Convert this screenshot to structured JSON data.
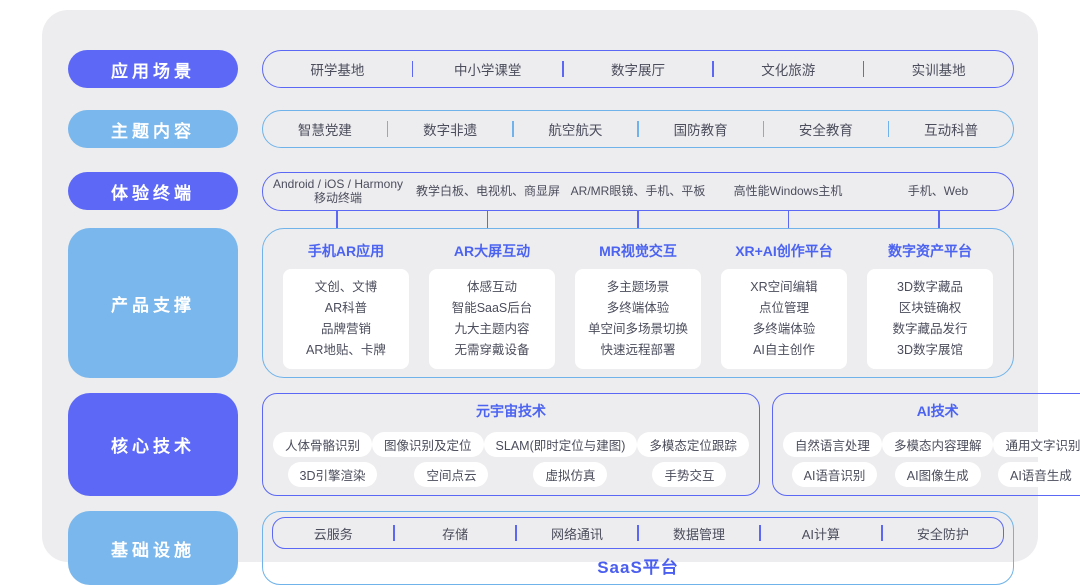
{
  "palette": {
    "indigo": "#5d69f6",
    "light_blue": "#7ab7ec",
    "title_blue": "#4c63f0",
    "text_dark": "#4b4d5c",
    "canvas_bg": "#ededef",
    "card_bg": "#ffffff"
  },
  "rows": {
    "scenarios": {
      "label": "应用场景",
      "items": [
        "研学基地",
        "中小学课堂",
        "数字展厅",
        "文化旅游",
        "实训基地"
      ]
    },
    "themes": {
      "label": "主题内容",
      "items": [
        "智慧党建",
        "数字非遗",
        "航空航天",
        "国防教育",
        "安全教育",
        "互动科普"
      ]
    },
    "terminals": {
      "label": "体验终端",
      "items": [
        "Android / iOS / Harmony\n移动终端",
        "教学白板、电视机、商显屏",
        "AR/MR眼镜、手机、平板",
        "高性能Windows主机",
        "手机、Web"
      ]
    },
    "products": {
      "label": "产品支撑",
      "columns": [
        {
          "title": "手机AR应用",
          "items": [
            "文创、文博",
            "AR科普",
            "品牌营销",
            "AR地贴、卡牌"
          ]
        },
        {
          "title": "AR大屏互动",
          "items": [
            "体感互动",
            "智能SaaS后台",
            "九大主题内容",
            "无需穿戴设备"
          ]
        },
        {
          "title": "MR视觉交互",
          "items": [
            "多主题场景",
            "多终端体验",
            "单空间多场景切换",
            "快速远程部署"
          ]
        },
        {
          "title": "XR+AI创作平台",
          "items": [
            "XR空间编辑",
            "点位管理",
            "多终端体验",
            "AI自主创作"
          ]
        },
        {
          "title": "数字资产平台",
          "items": [
            "3D数字藏品",
            "区块链确权",
            "数字藏品发行",
            "3D数字展馆"
          ]
        }
      ]
    },
    "core_tech": {
      "label": "核心技术",
      "groups": [
        {
          "title": "元宇宙技术",
          "rows": [
            [
              "人体骨骼识别",
              "图像识别及定位",
              "SLAM(即时定位与建图)",
              "多模态定位跟踪"
            ],
            [
              "3D引擎渲染",
              "空间点云",
              "虚拟仿真",
              "手势交互"
            ]
          ]
        },
        {
          "title": "AI技术",
          "rows": [
            [
              "自然语言处理",
              "多模态内容理解",
              "通用文字识别"
            ],
            [
              "AI语音识别",
              "AI图像生成",
              "AI语音生成"
            ]
          ]
        }
      ]
    },
    "infrastructure": {
      "label": "基础设施",
      "items": [
        "云服务",
        "存储",
        "网络通讯",
        "数据管理",
        "AI计算",
        "安全防护"
      ],
      "platform": "SaaS平台"
    }
  }
}
